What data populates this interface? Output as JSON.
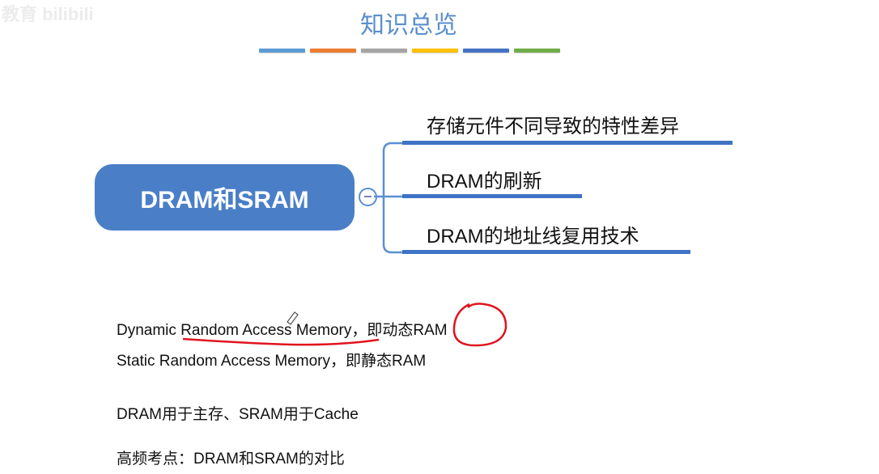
{
  "watermark": "教育 bilibili",
  "title": "知识总览",
  "title_bar_colors": [
    "#5b9bd5",
    "#ed7d31",
    "#a5a5a5",
    "#ffc000",
    "#4472c4",
    "#70ad47"
  ],
  "mindmap": {
    "root": "DRAM和SRAM",
    "branches": [
      {
        "label": "存储元件不同导致的特性差异"
      },
      {
        "label": "DRAM的刷新"
      },
      {
        "label": "DRAM的地址线复用技术"
      }
    ]
  },
  "notes": {
    "line1": "Dynamic Random Access Memory，即动态RAM",
    "line2": "Static Random Access Memory，即静态RAM",
    "line3": "DRAM用于主存、SRAM用于Cache",
    "line4": "高频考点：DRAM和SRAM的对比"
  },
  "colors": {
    "accent": "#4a7fc8",
    "annotation": "#e0141e"
  }
}
